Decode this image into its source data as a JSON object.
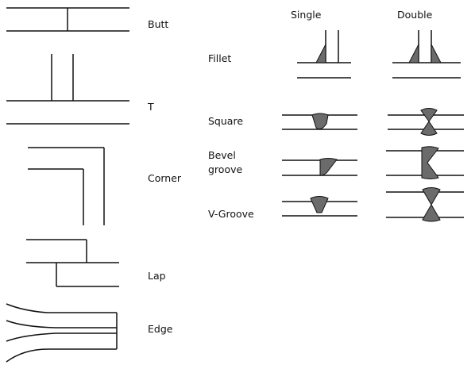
{
  "column_headers": {
    "single": "Single",
    "double": "Double"
  },
  "joint_types": {
    "butt": "Butt",
    "t": "T",
    "corner": "Corner",
    "lap": "Lap",
    "edge": "Edge"
  },
  "weld_types": {
    "fillet": "Fillet",
    "square": "Square",
    "bevel_line1": "Bevel",
    "bevel_line2": "groove",
    "v_groove": "V-Groove"
  },
  "colors": {
    "line": "#111111",
    "weld_fill": "#6b6b6b",
    "background": "#ffffff"
  }
}
